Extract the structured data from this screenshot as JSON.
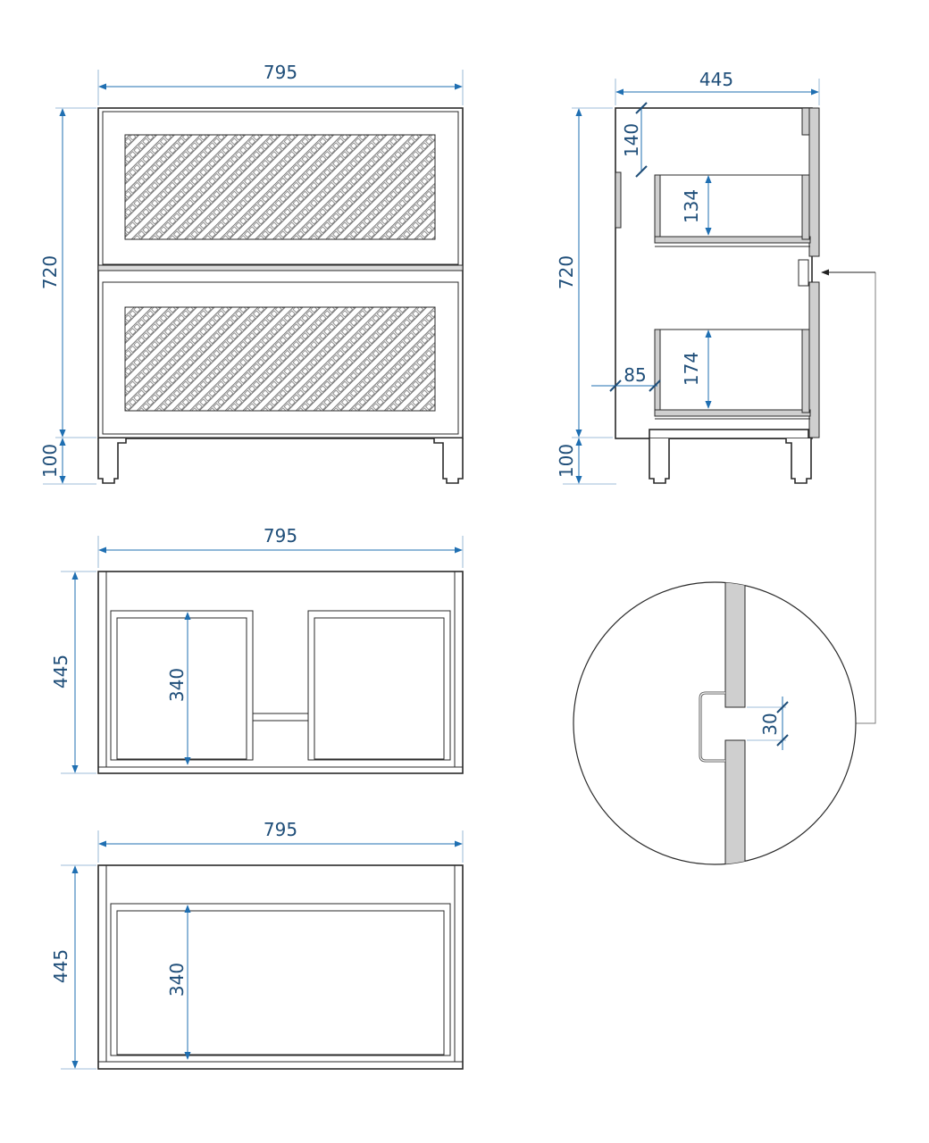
{
  "front_view": {
    "width": "795",
    "height": "720",
    "leg_height": "100"
  },
  "side_view": {
    "depth": "445",
    "height": "720",
    "leg_height": "100",
    "top_offset": "140",
    "upper_drawer_height": "134",
    "lower_drawer_height": "174",
    "inset": "85"
  },
  "plan_two_drawers": {
    "width": "795",
    "depth": "445",
    "inner_depth": "340"
  },
  "plan_single_drawer": {
    "width": "795",
    "depth": "445",
    "inner_depth": "340"
  },
  "detail_view": {
    "handle_gap": "30"
  },
  "colors": {
    "dimension": "#1f4e79",
    "outline": "#2a2a2a",
    "panel_fill": "#cfcfcf"
  }
}
